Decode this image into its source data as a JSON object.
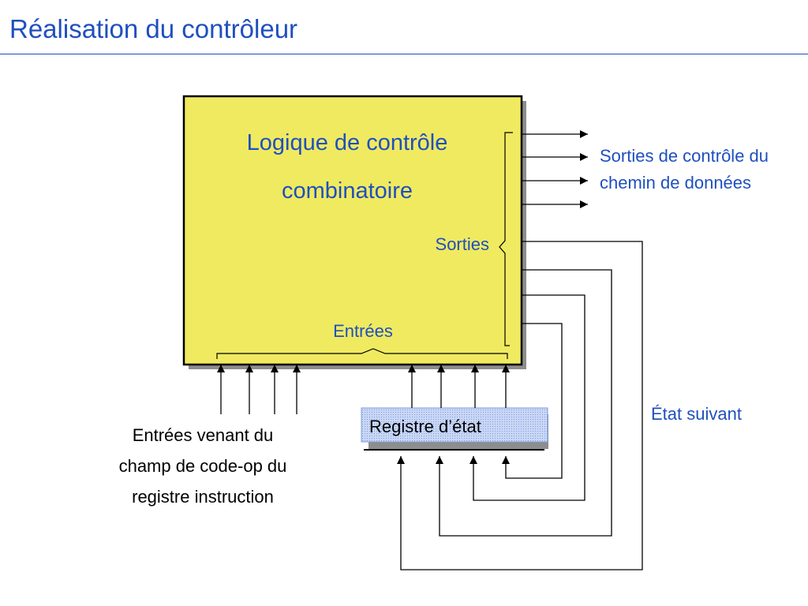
{
  "title": "Réalisation du contrôleur",
  "logic_block": {
    "line1": "Logique de contrôle",
    "line2": "combinatoire",
    "fill": "#f0ea60"
  },
  "labels": {
    "sorties": "Sorties",
    "entrees": "Entrées",
    "datapath_line1": "Sorties de contrôle du",
    "datapath_line2": "chemin de données",
    "etat_suivant": "État suivant",
    "opcode_line1": "Entrées venant du",
    "opcode_line2": "champ de code-op du",
    "opcode_line3": "registre instruction"
  },
  "state_register": {
    "label": "Registre d’état",
    "fill": "#c9d7f5"
  },
  "colors": {
    "accent": "#1f4fbf",
    "line": "#000000"
  }
}
